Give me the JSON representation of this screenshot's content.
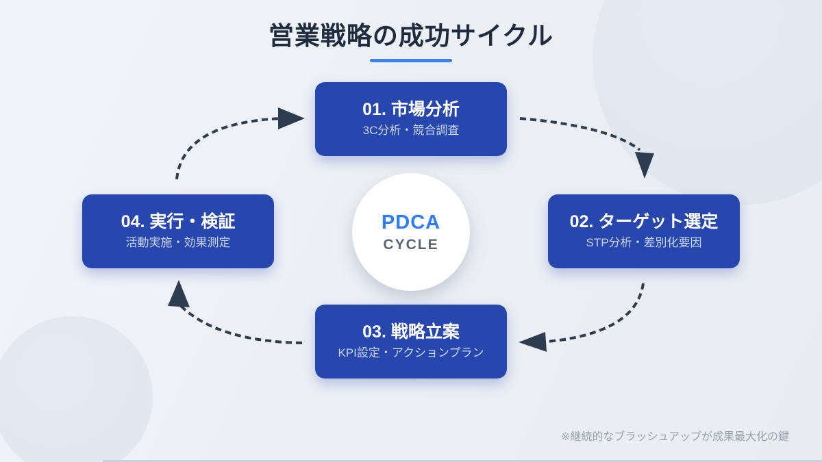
{
  "title": {
    "text": "営業戦略の成功サイクル"
  },
  "center": {
    "line1": "PDCA",
    "line2": "CYCLE"
  },
  "steps": [
    {
      "label": "01. 市場分析",
      "sub": "3C分析・競合調査"
    },
    {
      "label": "02. ターゲット選定",
      "sub": "STP分析・差別化要因"
    },
    {
      "label": "03. 戦略立案",
      "sub": "KPI設定・アクションプラン"
    },
    {
      "label": "04. 実行・検証",
      "sub": "活動実施・効果測定"
    }
  ],
  "footnote": "※継続的なブラッシュアップが成果最大化の鍵",
  "colors": {
    "card_blue": "#2847ae",
    "card_subtitle": "#c8d4f1",
    "title_text": "#1f2b3e",
    "underline_accent": "#3b82f6",
    "arrow": "#2e3c50",
    "pdca_blue": "#2e7df6",
    "cycle_gray": "#5b6676",
    "footnote_gray": "#97a0b1",
    "background": "#edf0f5"
  }
}
